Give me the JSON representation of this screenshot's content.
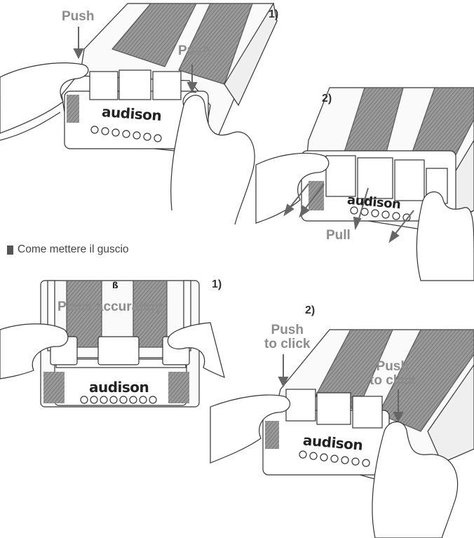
{
  "figure_top_left": {
    "label_push_a": "Push",
    "label_push_b": "Push",
    "step": "1)",
    "brand": "audison"
  },
  "figure_top_right": {
    "step": "2)",
    "label_pull": "Pull",
    "brand": "audison"
  },
  "section": {
    "title": "Come mettere il guscio"
  },
  "figure_bottom_left": {
    "step": "1)",
    "label_place": "Place accurately",
    "brand": "audison",
    "badge": "ß"
  },
  "figure_bottom_right": {
    "step": "2)",
    "label_push_click_a": "Push\nto click",
    "label_push_click_b": "Push\nto click",
    "brand": "audison"
  },
  "colors": {
    "label_gray": "#8c8c8c",
    "line": "#333333",
    "grille": "#8a8a8a"
  }
}
